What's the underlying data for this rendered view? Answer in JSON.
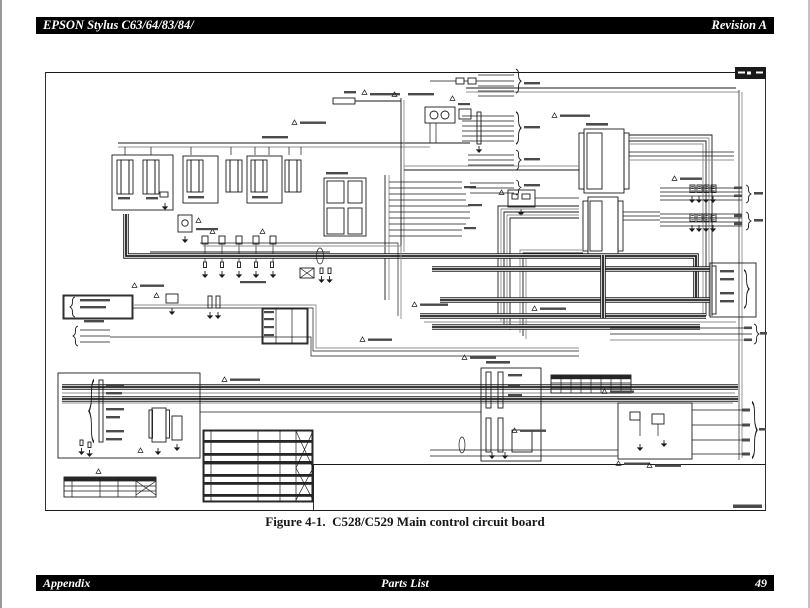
{
  "header": {
    "title": "EPSON Stylus C63/64/83/84/",
    "revision": "Revision A"
  },
  "footer": {
    "left": "Appendix",
    "center": "Parts List",
    "page": "49"
  },
  "figure": {
    "caption": "Figure 4-1.  C528/C529 Main control circuit board"
  },
  "colors": {
    "bar_bg": "#000000",
    "bar_text": "#ffffff",
    "page_bg": "#ffffff",
    "schematic_line": "#1a1a1a",
    "bus_gray": "#8f8f8f"
  }
}
